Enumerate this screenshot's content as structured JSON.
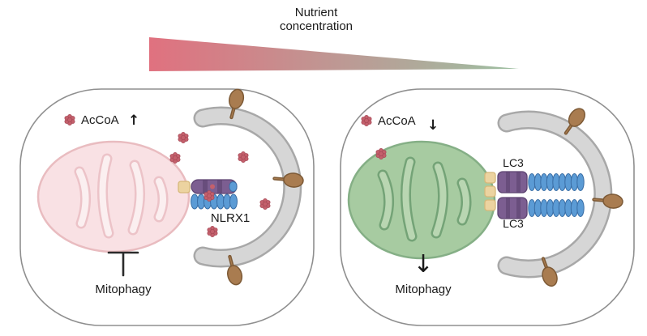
{
  "figure": {
    "gradient_title_line1": "Nutrient",
    "gradient_title_line2": "concentration"
  },
  "left_cell": {
    "accoa_label": "AcCoA",
    "accoa_arrow": "↑",
    "protein_label": "NLRX1",
    "mitophagy_label": "Mitophagy"
  },
  "right_cell": {
    "accoa_label": "AcCoA",
    "accoa_arrow": "↓",
    "lc3_top": "LC3",
    "lc3_bottom": "LC3",
    "mitophagy_arrow": "↓",
    "mitophagy_label": "Mitophagy"
  },
  "colors": {
    "gradient_start": "#e0717f",
    "gradient_mid": "#bb9b95",
    "gradient_end": "#9dc0a2",
    "mito_pink": "#f9e1e4",
    "mito_green": "#a7cba1",
    "membrane_gray": "#d6d6d6",
    "protein_purple": "#7c5e91",
    "coil_blue": "#5b9bd5",
    "anchor_tan": "#ecd3a0",
    "receptor_brown": "#a97c50",
    "accoa_red": "#c4606c"
  }
}
